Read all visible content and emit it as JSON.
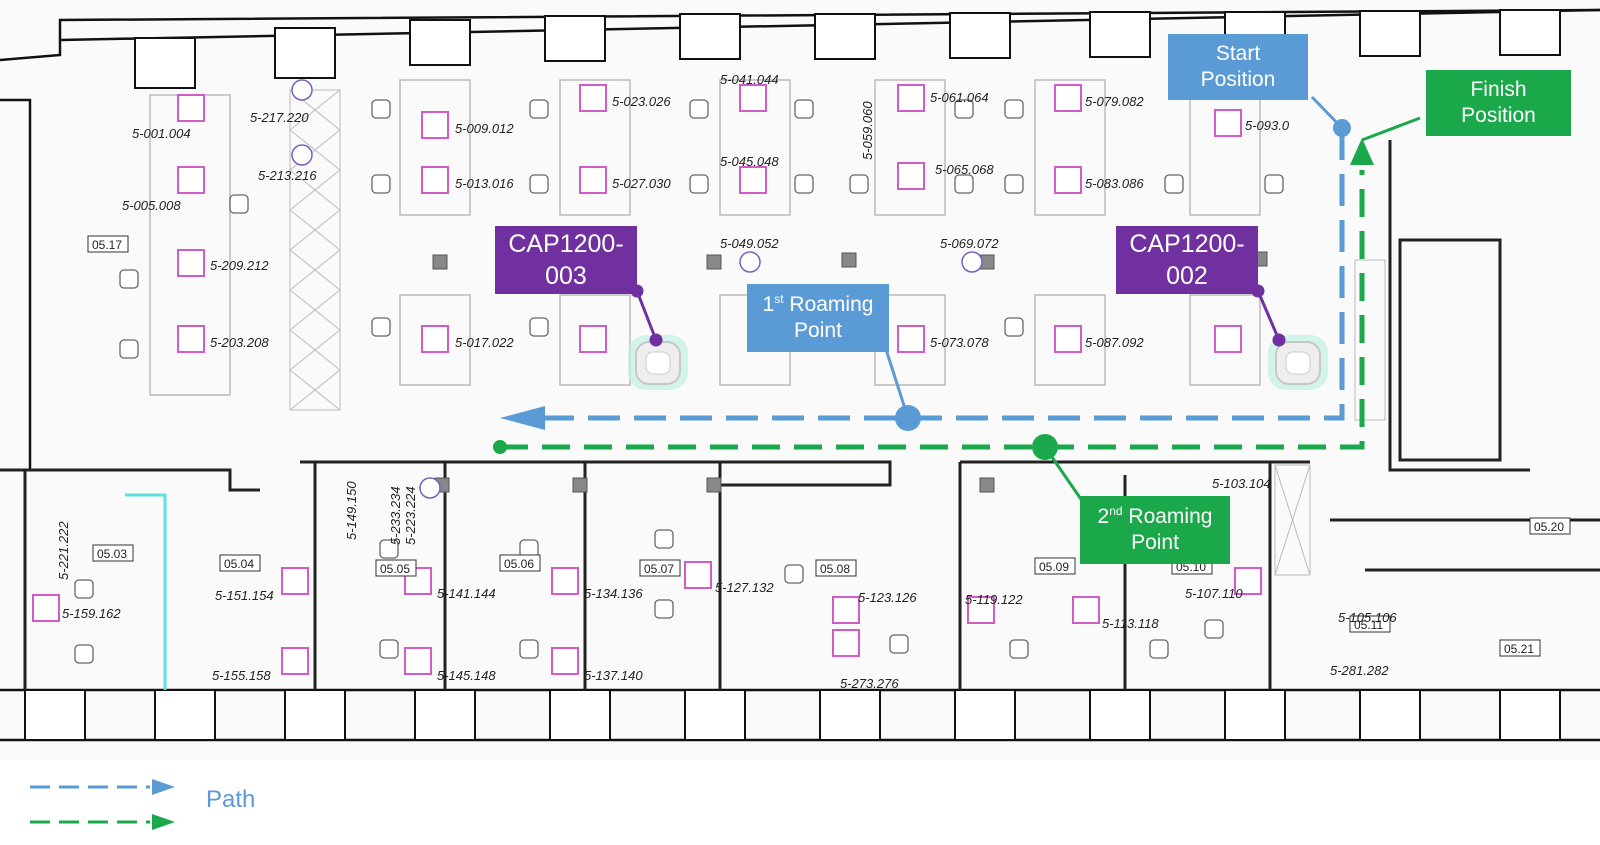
{
  "callouts": {
    "start": {
      "line1": "Start",
      "line2": "Position"
    },
    "finish": {
      "line1": "Finish",
      "line2": "Position"
    },
    "roam1": {
      "num": "1",
      "sup": "st",
      "rest": " Roaming",
      "line2": "Point"
    },
    "roam2": {
      "num": "2",
      "sup": "nd",
      "rest": " Roaming",
      "line2": "Point"
    },
    "ap_left": {
      "line1": "CAP1200-",
      "line2": "003"
    },
    "ap_right": {
      "line1": "CAP1200-",
      "line2": "002"
    }
  },
  "legend": {
    "label": "Path"
  },
  "rooms": [
    "05.17",
    "05.03",
    "05.04",
    "05.05",
    "05.06",
    "05.07",
    "05.08",
    "05.09",
    "05.10",
    "05.11",
    "05.20",
    "05.21"
  ],
  "desk_labels": [
    "5-001.004",
    "5-005.008",
    "5-217.220",
    "5-213.216",
    "5-209.212",
    "5-203.208",
    "5-009.012",
    "5-013.016",
    "5-017.022",
    "5-023.026",
    "5-027.030",
    "5-041.044",
    "5-045.048",
    "5-049.052",
    "5-059.060",
    "5-061.064",
    "5-065.068",
    "5-069.072",
    "5-073.078",
    "5-079.082",
    "5-083.086",
    "5-087.092",
    "5-093.0",
    "5-221.222",
    "5-159.162",
    "5-151.154",
    "5-155.158",
    "5-149.150",
    "5-233.234",
    "5-223.224",
    "5-141.144",
    "5-145.148",
    "5-134.136",
    "5-137.140",
    "5-127.132",
    "5-123.126",
    "5-273.276",
    "5-119.122",
    "5-113.118",
    "5-107.110",
    "5-103.104",
    "5-105.106",
    "5-281.282"
  ],
  "colors": {
    "path_blue": "#5b9bd5",
    "path_green": "#1aa84a",
    "ap_label": "#7030a0",
    "outlet": "#d35bc8"
  }
}
